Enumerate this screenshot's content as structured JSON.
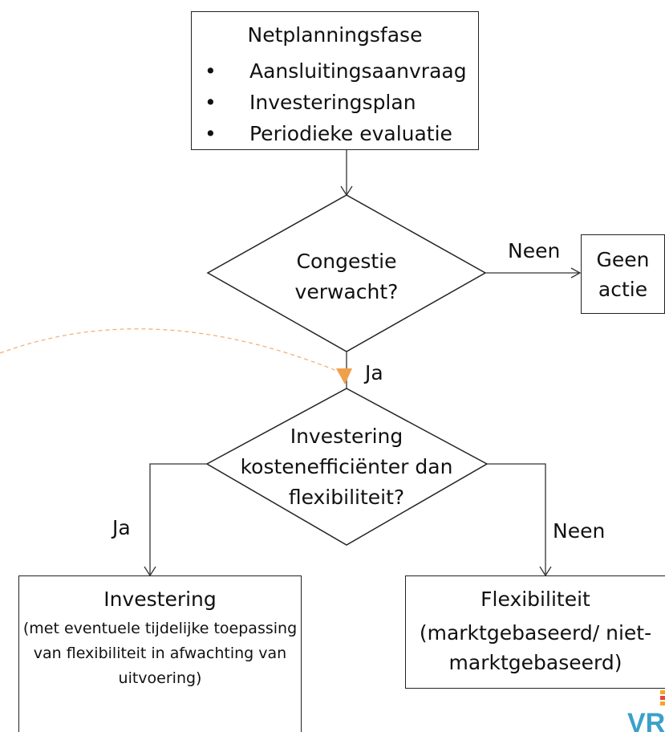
{
  "start": {
    "title": "Netplanningsfase",
    "bullets": [
      "Aansluitingsaanvraag",
      "Investeringsplan",
      "Periodieke evaluatie"
    ]
  },
  "decision1": {
    "line1": "Congestie",
    "line2": "verwacht?",
    "no_label": "Neen",
    "yes_label": "Ja"
  },
  "no_action": {
    "label": "Geen actie"
  },
  "decision2": {
    "line1": "Investering",
    "line2": "kostenefficiënter dan",
    "line3": "flexibiliteit?",
    "yes_label": "Ja",
    "no_label": "Neen"
  },
  "investment": {
    "title": "Investering",
    "description": "(met eventuele tijdelijke toepassing van flexibiliteit in afwachting van uitvoering)"
  },
  "flexibility": {
    "title": "Flexibiliteit",
    "description": "(marktgebaseerd/ niet-marktgebaseerd)"
  },
  "logo": {
    "text": "VRE",
    "colors": [
      "#f5a623",
      "#e8453c",
      "#3aa1c9"
    ]
  }
}
